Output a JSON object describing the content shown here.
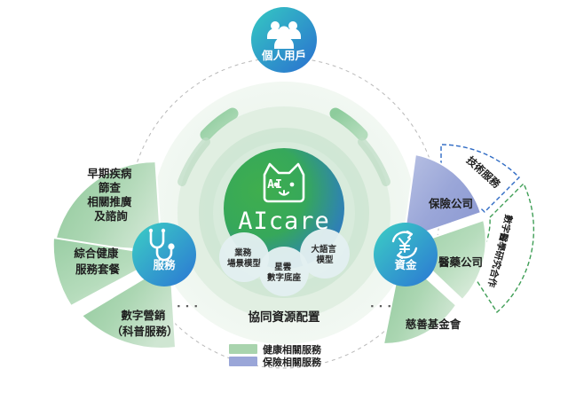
{
  "diagram": {
    "center_caption": "協同資源配置",
    "brand": {
      "wordmark": "AIcare",
      "badge": "AI",
      "logo_icon": "cat-face-icon"
    },
    "colors": {
      "green_dark": "#2aa44f",
      "green_mid": "#4fb26a",
      "green_light": "#a8d5ae",
      "green_pale": "#d9ebdb",
      "blue_node": "#2e7fd4",
      "teal_node": "#2ec4c4",
      "insurance_blue": "#9aa6d8",
      "insurance_border": "#2f6bc4",
      "health_green": "#a9d4ae",
      "health_border": "#3f9e56",
      "text_dark": "#1f1f1f"
    }
  },
  "nodes": [
    {
      "id": "users",
      "label": "個人用戶",
      "icon": "users-group-icon"
    },
    {
      "id": "service",
      "label": "服務",
      "icon": "stethoscope-icon"
    },
    {
      "id": "funding",
      "label": "資金",
      "icon": "currency-recycle-icon"
    }
  ],
  "core_bubbles": [
    {
      "id": "business-scene-model",
      "lines": [
        "業務",
        "場景模型"
      ]
    },
    {
      "id": "nebula-digital-base",
      "lines": [
        "星雲",
        "數字底座"
      ]
    },
    {
      "id": "large-language-model",
      "lines": [
        "大語言",
        "模型"
      ]
    }
  ],
  "left_wedges": [
    {
      "id": "early-screening",
      "lines": [
        "早期疾病",
        "篩查",
        "相關推廣",
        "及諮詢"
      ],
      "category": "health"
    },
    {
      "id": "health-package",
      "lines": [
        "綜合健康",
        "服務套餐"
      ],
      "category": "health"
    },
    {
      "id": "digital-marketing",
      "lines": [
        "數字營銷",
        "（科普服務）"
      ],
      "category": "health"
    }
  ],
  "right_wedges": [
    {
      "id": "insurance-company",
      "lines": [
        "保險公司"
      ],
      "category": "insurance",
      "arc_label": "技術服務"
    },
    {
      "id": "pharma-company",
      "lines": [
        "醫藥公司"
      ],
      "category": "health",
      "arc_label": "數字醫學研究合作"
    },
    {
      "id": "charity-foundation",
      "lines": [
        "慈善基金會"
      ],
      "category": "health",
      "arc_label": ""
    }
  ],
  "ellipsis": {
    "left": "…",
    "right": "…",
    "glyph": "▪ ▪ ▪"
  },
  "legend": {
    "items": [
      {
        "id": "health-related-services",
        "label": "健康相關服務",
        "color": "#a9d4ae"
      },
      {
        "id": "insurance-related-services",
        "label": "保險相關服務",
        "color": "#9aa6d8"
      }
    ]
  }
}
